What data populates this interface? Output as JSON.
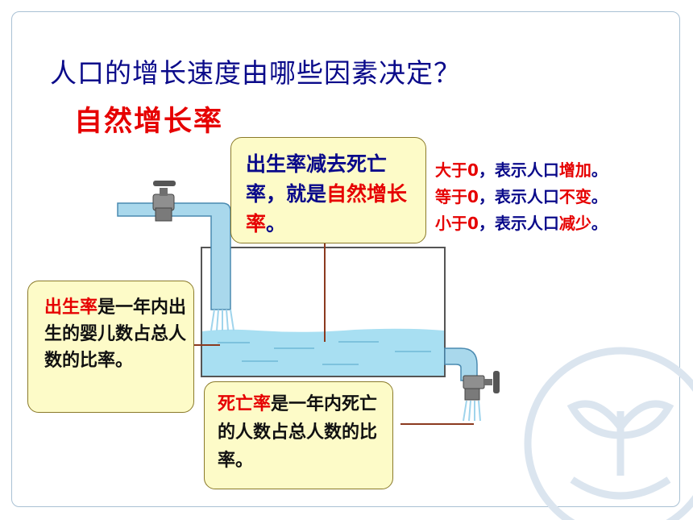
{
  "question": "人口的增长速度由哪些因素决定？",
  "subtitle": "自然增长率",
  "natural_rate_note": {
    "part1": "出生率减去死亡率，就是",
    "highlight": "自然增长率",
    "part2": "。"
  },
  "birth_rate_note": {
    "term": "出生率",
    "definition": "是一年内出生的婴儿数占总人数的比率。"
  },
  "death_rate_note": {
    "term": "死亡率",
    "definition": "是一年内死亡的人数占总人数的比率。"
  },
  "conditions": [
    {
      "prefix": "大于0，表示人口",
      "result": "增加",
      "suffix": "。"
    },
    {
      "prefix": "等于0，表示人口",
      "result": "不变",
      "suffix": "。"
    },
    {
      "prefix": "小于0，表示人口",
      "result": "减少",
      "suffix": "。"
    }
  ],
  "colors": {
    "title_blue": "#0a0a8a",
    "accent_red": "#e60000",
    "water": "#a8dff2",
    "pipe": "#a9d8ec",
    "note_fill": "#fdfbc8"
  },
  "icons": [
    "inlet-faucet-icon",
    "outlet-faucet-icon",
    "watermark-logo-icon"
  ]
}
